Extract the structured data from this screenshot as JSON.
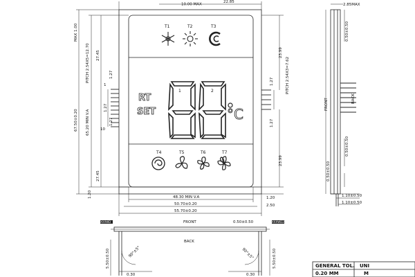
{
  "top_dims": {
    "max_width": "10.00 MAX",
    "offset": "22.85"
  },
  "left_dims": {
    "overall_height": "67.50±0.20",
    "view_height": "65.20 MIN V.A",
    "max_h": "MAX 1.00",
    "pitch_left": "PITCH 2.54X5=12.70",
    "upper": "27.45",
    "lower": "27.45",
    "pin_a": "1.27",
    "pin_b": "1.27",
    "pin_c": "1.27",
    "pin_num_1": "1",
    "pin_num_10": "10",
    "bottom": "1.20"
  },
  "right_dims": {
    "upper": "23.99",
    "pitch_right": "PITCH 2.54X3=7.62",
    "pin_a": "1.27",
    "pin_b": "1.27",
    "lower": "23.99",
    "bottom": "1.20",
    "gap": "2.50"
  },
  "bottom_dims": {
    "view_width": "48.30 MIN V.A",
    "width_a": "50.70±0.20",
    "width_b": "55.70±0.20"
  },
  "lcd": {
    "top_icons": [
      {
        "label": "T1",
        "icon": "snowflake-icon"
      },
      {
        "label": "T2",
        "icon": "sun-icon"
      },
      {
        "label": "T3",
        "icon": "dry-icon"
      }
    ],
    "rt": "RT",
    "set": "SET",
    "digit_1": "8",
    "digit_2": "8",
    "digit_marker_1": "1",
    "digit_marker_2": "2",
    "unit": "°C",
    "fan_icons": [
      {
        "label": "T4",
        "icon": "swirl-fan-icon"
      },
      {
        "label": "T5",
        "icon": "fan-low-icon"
      },
      {
        "label": "T6",
        "icon": "fan-mid-icon"
      },
      {
        "label": "T7",
        "icon": "fan-high-icon"
      }
    ]
  },
  "side_view": {
    "max_thickness": "2.85MAX",
    "top": "0.50±0.50",
    "mid": "0.50±0.50",
    "low": "0.50±0.50",
    "front": "FRONT",
    "back": "BACK",
    "pin_w1": "1.10±0.50",
    "pin_w2": "1.10±0.50"
  },
  "bottom_view": {
    "front": "FRONT",
    "back": "BACK",
    "thickness": "0.50±0.50",
    "left_tag": "XXXWD",
    "right_tag": "XXXWD2",
    "angle_left": "90°±5°",
    "angle_right": "90°±5°",
    "height_left": "5.50±0.50",
    "height_right": "5.50±0.50",
    "offset_left": "0.30",
    "offset_right": "0.30"
  },
  "title_block": {
    "tol_label": "GENERAL TOL.",
    "tol_value": "0.20 MM",
    "unit_label": "UNI",
    "unit_value": "M"
  }
}
